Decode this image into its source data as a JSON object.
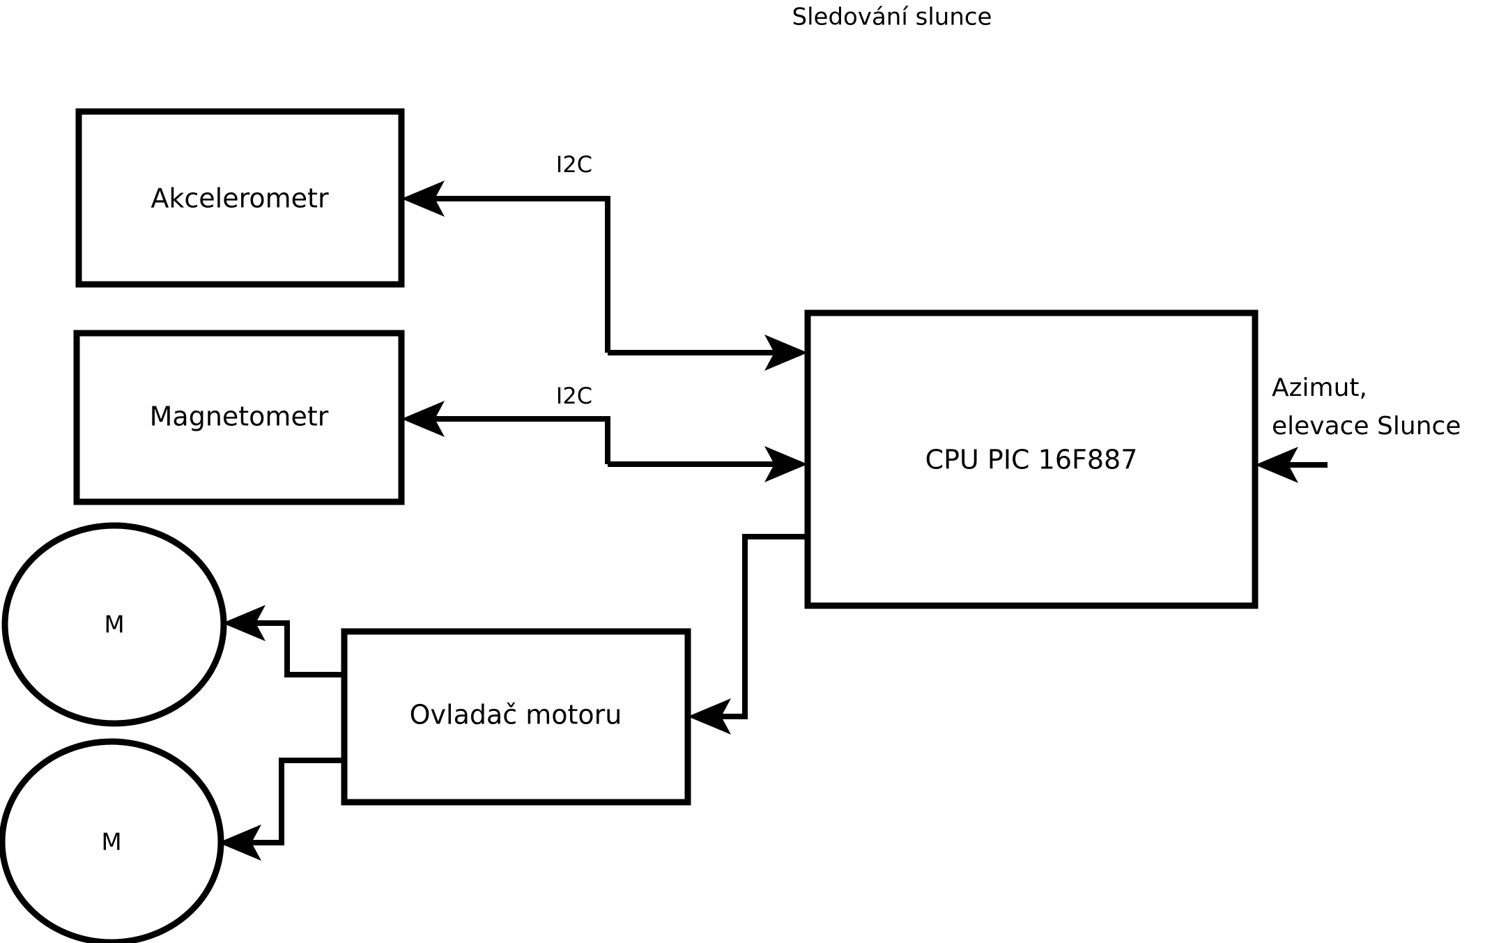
{
  "diagram": {
    "title": "Sledování slunce",
    "nodes": [
      {
        "id": "akcelerometr",
        "label": "Akcelerometr",
        "shape": "rectangle"
      },
      {
        "id": "magnetometr",
        "label": "Magnetometr",
        "shape": "rectangle"
      },
      {
        "id": "cpu",
        "label": "CPU PIC 16F887",
        "shape": "rectangle"
      },
      {
        "id": "ovladac",
        "label": "Ovladač motoru",
        "shape": "rectangle"
      },
      {
        "id": "motor1",
        "label": "M",
        "shape": "circle"
      },
      {
        "id": "motor2",
        "label": "M",
        "shape": "circle"
      }
    ],
    "edge_labels": {
      "accel_bus": "I2C",
      "magnet_bus": "I2C"
    },
    "free_labels": {
      "input_line1": "Azimut,",
      "input_line2": "elevace Slunce"
    },
    "colors": {
      "stroke": "#000000",
      "fill": "#ffffff",
      "background": "#ffffff",
      "text": "#000000"
    }
  }
}
